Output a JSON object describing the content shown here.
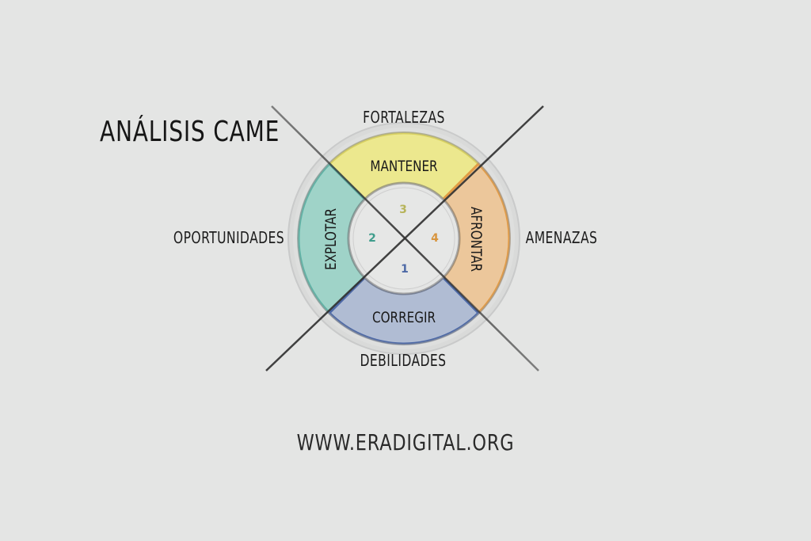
{
  "title": "ANÁLISIS CAME",
  "diagram": {
    "segments": {
      "top": {
        "label": "MANTENER",
        "number": "3",
        "fill": "#ece88e",
        "stroke": "#d8d160",
        "number_color": "#b7b45a"
      },
      "left": {
        "label": "EXPLOTAR",
        "number": "2",
        "fill": "#9fd3c8",
        "stroke": "#5fb3a6",
        "number_color": "#3f9d8c"
      },
      "right": {
        "label": "AFRONTAR",
        "number": "4",
        "fill": "#ecc79b",
        "stroke": "#e29b45",
        "number_color": "#d8953e"
      },
      "bottom": {
        "label": "CORREGIR",
        "number": "1",
        "fill": "#b0bcd3",
        "stroke": "#4d69a6",
        "number_color": "#4d69a6"
      }
    },
    "outer_labels": {
      "top": "FORTALEZAS",
      "bottom": "DEBILIDADES",
      "left": "OPORTUNIDADES",
      "right": "AMENAZAS"
    }
  },
  "footer": {
    "url": "WWW.ERADIGITAL.ORG"
  }
}
